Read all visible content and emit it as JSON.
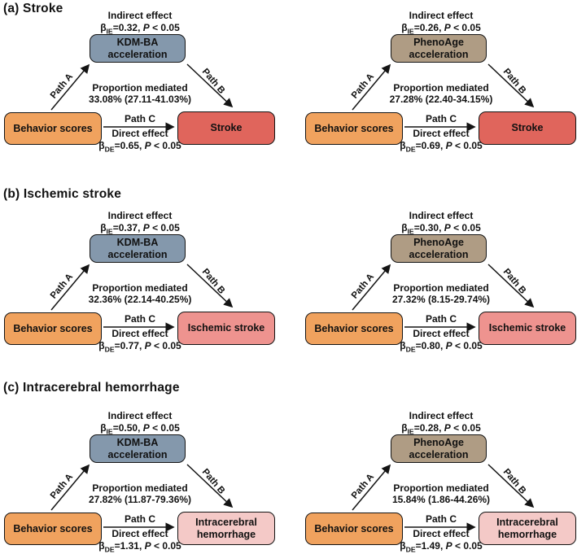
{
  "shared": {
    "exposure_label": "Behavior scores",
    "indirect_effect_label": "Indirect effect",
    "proportion_mediated_label": "Proportion mediated",
    "direct_effect_label": "Direct effect",
    "path_a_label": "Path A",
    "path_b_label": "Path B",
    "path_c_label": "Path C",
    "beta_symbol": "β",
    "ie_subscript": "IE",
    "de_subscript": "DE",
    "equals_sign": "=",
    "comma_separator": ", ",
    "p_symbol": "P",
    "p_threshold": " < 0.05"
  },
  "colors": {
    "exposure_box": "#F0A25E",
    "kdm_mediator_box": "#8498AC",
    "phenoage_mediator_box": "#AF9C84",
    "stroke_box": "#E0655C",
    "ischemic_stroke_box": "#EE938F",
    "hemorrhage_box": "#F4C9C7",
    "box_border": "#141414",
    "arrow": "#141414"
  },
  "sections": [
    {
      "title": "(a) Stroke",
      "diagrams": [
        {
          "mediator_line1": "KDM-BA",
          "mediator_line2": "acceleration",
          "mediator_color": "#8498AC",
          "outcome_line1": "Stroke",
          "outcome_line2": "",
          "outcome_color": "#E0655C",
          "indirect_beta": "0.32",
          "proportion_mediated": "33.08% (27.11-41.03%)",
          "direct_beta": "0.65"
        },
        {
          "mediator_line1": "PhenoAge",
          "mediator_line2": "acceleration",
          "mediator_color": "#AF9C84",
          "outcome_line1": "Stroke",
          "outcome_line2": "",
          "outcome_color": "#E0655C",
          "indirect_beta": "0.26",
          "proportion_mediated": "27.28% (22.40-34.15%)",
          "direct_beta": "0.69"
        }
      ]
    },
    {
      "title": "(b) Ischemic stroke",
      "diagrams": [
        {
          "mediator_line1": "KDM-BA",
          "mediator_line2": "acceleration",
          "mediator_color": "#8498AC",
          "outcome_line1": "Ischemic stroke",
          "outcome_line2": "",
          "outcome_color": "#EE938F",
          "indirect_beta": "0.37",
          "proportion_mediated": "32.36% (22.14-40.25%)",
          "direct_beta": "0.77"
        },
        {
          "mediator_line1": "PhenoAge",
          "mediator_line2": "acceleration",
          "mediator_color": "#AF9C84",
          "outcome_line1": "Ischemic stroke",
          "outcome_line2": "",
          "outcome_color": "#EE938F",
          "indirect_beta": "0.30",
          "proportion_mediated": "27.32% (8.15-29.74%)",
          "direct_beta": "0.80"
        }
      ]
    },
    {
      "title": "(c) Intracerebral hemorrhage",
      "diagrams": [
        {
          "mediator_line1": "KDM-BA",
          "mediator_line2": "acceleration",
          "mediator_color": "#8498AC",
          "outcome_line1": "Intracerebral",
          "outcome_line2": "hemorrhage",
          "outcome_color": "#F4C9C7",
          "indirect_beta": "0.50",
          "proportion_mediated": "27.82% (11.87-79.36%)",
          "direct_beta": "1.31"
        },
        {
          "mediator_line1": "PhenoAge",
          "mediator_line2": "acceleration",
          "mediator_color": "#AF9C84",
          "outcome_line1": "Intracerebral",
          "outcome_line2": "hemorrhage",
          "outcome_color": "#F4C9C7",
          "indirect_beta": "0.28",
          "proportion_mediated": "15.84% (1.86-44.26%)",
          "direct_beta": "1.49"
        }
      ]
    }
  ]
}
